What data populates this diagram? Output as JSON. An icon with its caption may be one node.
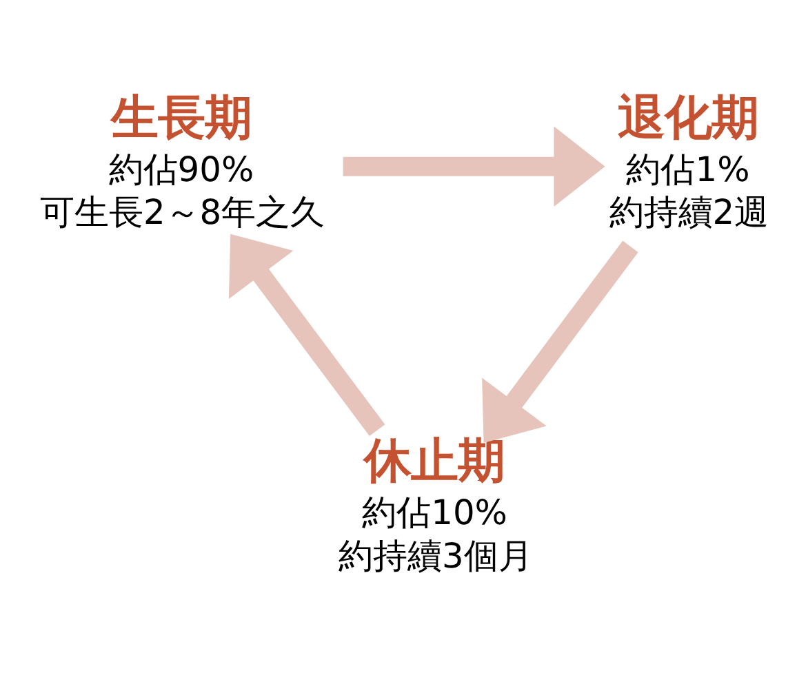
{
  "diagram": {
    "nodes": [
      {
        "text": [
          "生長期",
          "約佔90%",
          "可生長2～8年之久"
        ]
      },
      {
        "text": [
          "退化期",
          "約佔1%",
          "約持續2週"
        ]
      },
      {
        "text": [
          "休止期",
          "約佔10%",
          "約持續3個月"
        ]
      }
    ],
    "edges": [
      {
        "from": 0,
        "to": 1,
        "arrow": "to"
      },
      {
        "from": 1,
        "to": 2,
        "arrow": "to"
      },
      {
        "from": 2,
        "to": 0,
        "arrow": "to"
      }
    ]
  }
}
